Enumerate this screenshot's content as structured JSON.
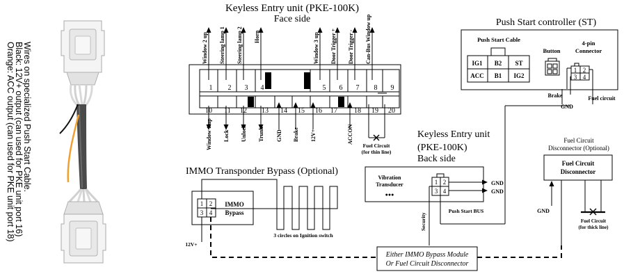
{
  "harness": {
    "caption_lines": [
      "Wires on specialized Push Start Cable.",
      "Black: 12V+ output (can used for PKE unit port 16)",
      "Orange: ACC output (can used for PKE unit port 18)"
    ]
  },
  "pke_face": {
    "title": "Keyless Entry unit (PKE-100K)",
    "subtitle": "Face side",
    "top_pins": [
      "1",
      "2",
      "3",
      "4",
      "5",
      "6",
      "7",
      "8",
      "9"
    ],
    "bottom_pins": [
      "10",
      "11",
      "12",
      "13",
      "14",
      "15",
      "16",
      "17",
      "18",
      "19",
      "20"
    ],
    "top_labels": [
      "Window 2 up",
      "Steering lamp 1",
      "Steering lamp 2",
      "Horn",
      "Window 3 up",
      "Door Trigger +",
      "Door Trigger -",
      "Can-Bus Window up"
    ],
    "bottom_labels": [
      "Window 1 up",
      "Lock",
      "Unlock",
      "Trunk",
      "GND",
      "Brake",
      "12V+",
      "ACCON"
    ],
    "fuel_note": [
      "Fuel Circuit",
      "(for thin line)"
    ]
  },
  "push_start": {
    "title": "Push Start controller (ST)",
    "cable_label": "Push Start Cable",
    "grid": [
      [
        "IG1",
        "B2",
        "ST"
      ],
      [
        "ACC",
        "B1",
        "IG2"
      ]
    ],
    "button_label": "Button",
    "connector_label": [
      "4-pin",
      "Connector"
    ],
    "pins": [
      "1",
      "2",
      "3",
      "4"
    ],
    "brake": "Brake",
    "gnd": "GND",
    "fuel": "Fuel circuit"
  },
  "pke_back": {
    "title_lines": [
      "Keyless Entry unit",
      "(PKE-100K)",
      "Back side"
    ],
    "vibration": [
      "Vibration",
      "Transducer"
    ],
    "dots": "●●●",
    "pins": [
      "1",
      "2",
      "3",
      "4"
    ],
    "gnd1": "GND",
    "gnd2": "GND",
    "bus": "Push Start BUS",
    "security": "Security"
  },
  "immo": {
    "title": "IMMO Transponder Bypass (Optional)",
    "pins": [
      "1",
      "2",
      "3",
      "4"
    ],
    "label": [
      "IMMO",
      "Bypass"
    ],
    "coil_note": "3 circles on Ignition switch",
    "v12": "12V+"
  },
  "fuel_disc": {
    "title": [
      "Fuel Circuit",
      "Disconnector (Optional)"
    ],
    "box": [
      "Fuel Circuit",
      "Disconnector"
    ],
    "gnd": "GND",
    "note": [
      "Fuel Circuit",
      "(for thick line)"
    ]
  },
  "either": {
    "lines": [
      "Either IMMO Bypass Module",
      "Or Fuel Circuit Disconnector"
    ]
  }
}
